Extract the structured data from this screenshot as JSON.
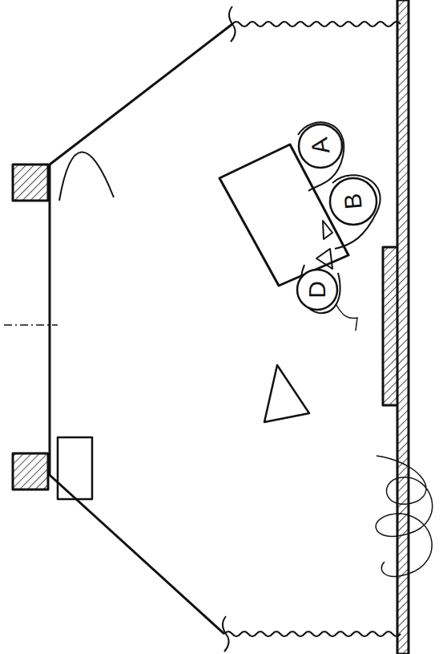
{
  "diagram": {
    "nodes": [
      {
        "text": [
          "A"
        ]
      },
      {
        "text": [
          "B"
        ]
      },
      {
        "text": [
          "D"
        ]
      }
    ]
  }
}
